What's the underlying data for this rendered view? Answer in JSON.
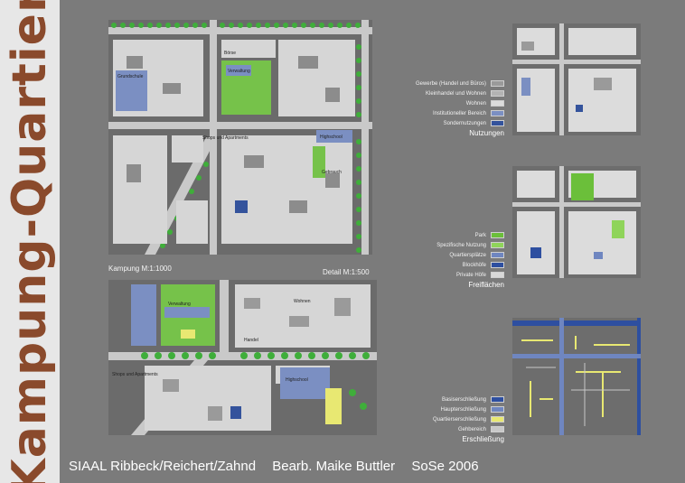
{
  "title": "Kampung-Quartier",
  "captions": {
    "main_scale": "Kampung M:1:1000",
    "detail_scale": "Detail M:1:500"
  },
  "footer": {
    "course": "SIAAL  Ribbeck/Reichert/Zahnd",
    "author": "Bearb. Maike Buttler",
    "term": "SoSe 2006"
  },
  "map_labels": {
    "main": [
      "Grundschule",
      "Börse",
      "Verwaltung",
      "Shops und Apartments",
      "Highschool",
      "Gebrauch"
    ],
    "detail": [
      "Verwaltung",
      "Wohnen",
      "Handel",
      "Shops und Apartments",
      "Highschool"
    ]
  },
  "legends": {
    "nutzungen": {
      "title": "Nutzungen",
      "items": [
        {
          "label": "Gewerbe (Handel und Büros)",
          "color": "#9a9a9a"
        },
        {
          "label": "Kleinhandel und Wohnen",
          "color": "#b3b3b3"
        },
        {
          "label": "Wohnen",
          "color": "#dcdcdc"
        },
        {
          "label": "Institutioneller Bereich",
          "color": "#7b8fc2"
        },
        {
          "label": "Sondernutzungen",
          "color": "#34539c"
        }
      ]
    },
    "freiflaechen": {
      "title": "Freiflächen",
      "items": [
        {
          "label": "Park",
          "color": "#6bbf3a"
        },
        {
          "label": "Spezifische Nutzung",
          "color": "#8fd45a"
        },
        {
          "label": "Quartiersplätze",
          "color": "#6f86c0"
        },
        {
          "label": "Blockhöfe",
          "color": "#2e4fa0"
        },
        {
          "label": "Private Höfe",
          "color": "#d8d8d8"
        }
      ]
    },
    "erschliessung": {
      "title": "Erschließung",
      "items": [
        {
          "label": "Basiserschließung",
          "color": "#2e4fa0"
        },
        {
          "label": "Haupterschließung",
          "color": "#6f86c0"
        },
        {
          "label": "Quartierserschließung",
          "color": "#e8e872"
        },
        {
          "label": "Gehbereich",
          "color": "#c8c8c8"
        }
      ]
    }
  }
}
